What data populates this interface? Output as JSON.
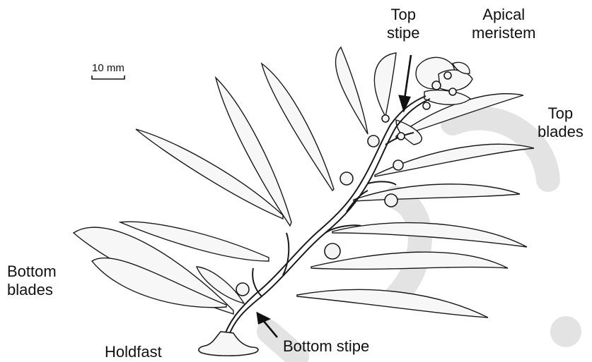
{
  "labels": {
    "top_stipe": [
      "Top",
      "stipe"
    ],
    "apical_meristem": [
      "Apical",
      "meristem"
    ],
    "top_blades": [
      "Top",
      "blades"
    ],
    "bottom_blades": [
      "Bottom",
      "blades"
    ],
    "holdfast": "Holdfast",
    "bottom_stipe": "Bottom stipe",
    "scale": "10 mm"
  },
  "colors": {
    "ink": "#1a1a1a",
    "leaf_fill": "#f7f7f7",
    "watermark": "#e0e0e0"
  }
}
